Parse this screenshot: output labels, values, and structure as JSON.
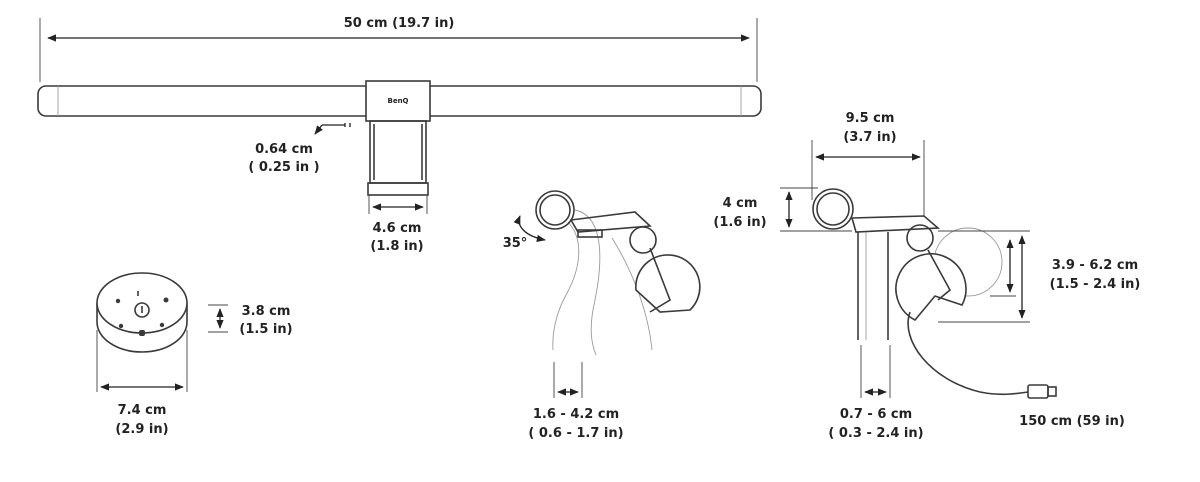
{
  "dimensions": {
    "bar_length": "50 cm (19.7 in)",
    "clip_gap_cm": "0.64 cm",
    "clip_gap_in": "( 0.25 in )",
    "clamp_width_cm": "4.6 cm",
    "clamp_width_in": "(1.8 in)",
    "angle": "35°",
    "side_clip_range_cm": "1.6 - 4.2 cm",
    "side_clip_range_in": "( 0.6 - 1.7 in)",
    "head_depth_cm": "9.5 cm",
    "head_depth_in": "(3.7 in)",
    "head_height_cm": "4 cm",
    "head_height_in": "(1.6 in)",
    "weight_height_cm": "3.9 - 6.2 cm",
    "weight_height_in": "(1.5 - 2.4 in)",
    "bezel_range_cm": "0.7 - 6 cm",
    "bezel_range_in": "( 0.3 - 2.4 in)",
    "cable_length": "150 cm (59 in)",
    "dial_height_cm": "3.8 cm",
    "dial_height_in": "(1.5 in)",
    "dial_width_cm": "7.4 cm",
    "dial_width_in": "(2.9 in)"
  },
  "brand": {
    "logo_text": "BenQ"
  },
  "colors": {
    "line": "#3a3a3a",
    "text": "#222222",
    "background": "#ffffff"
  }
}
